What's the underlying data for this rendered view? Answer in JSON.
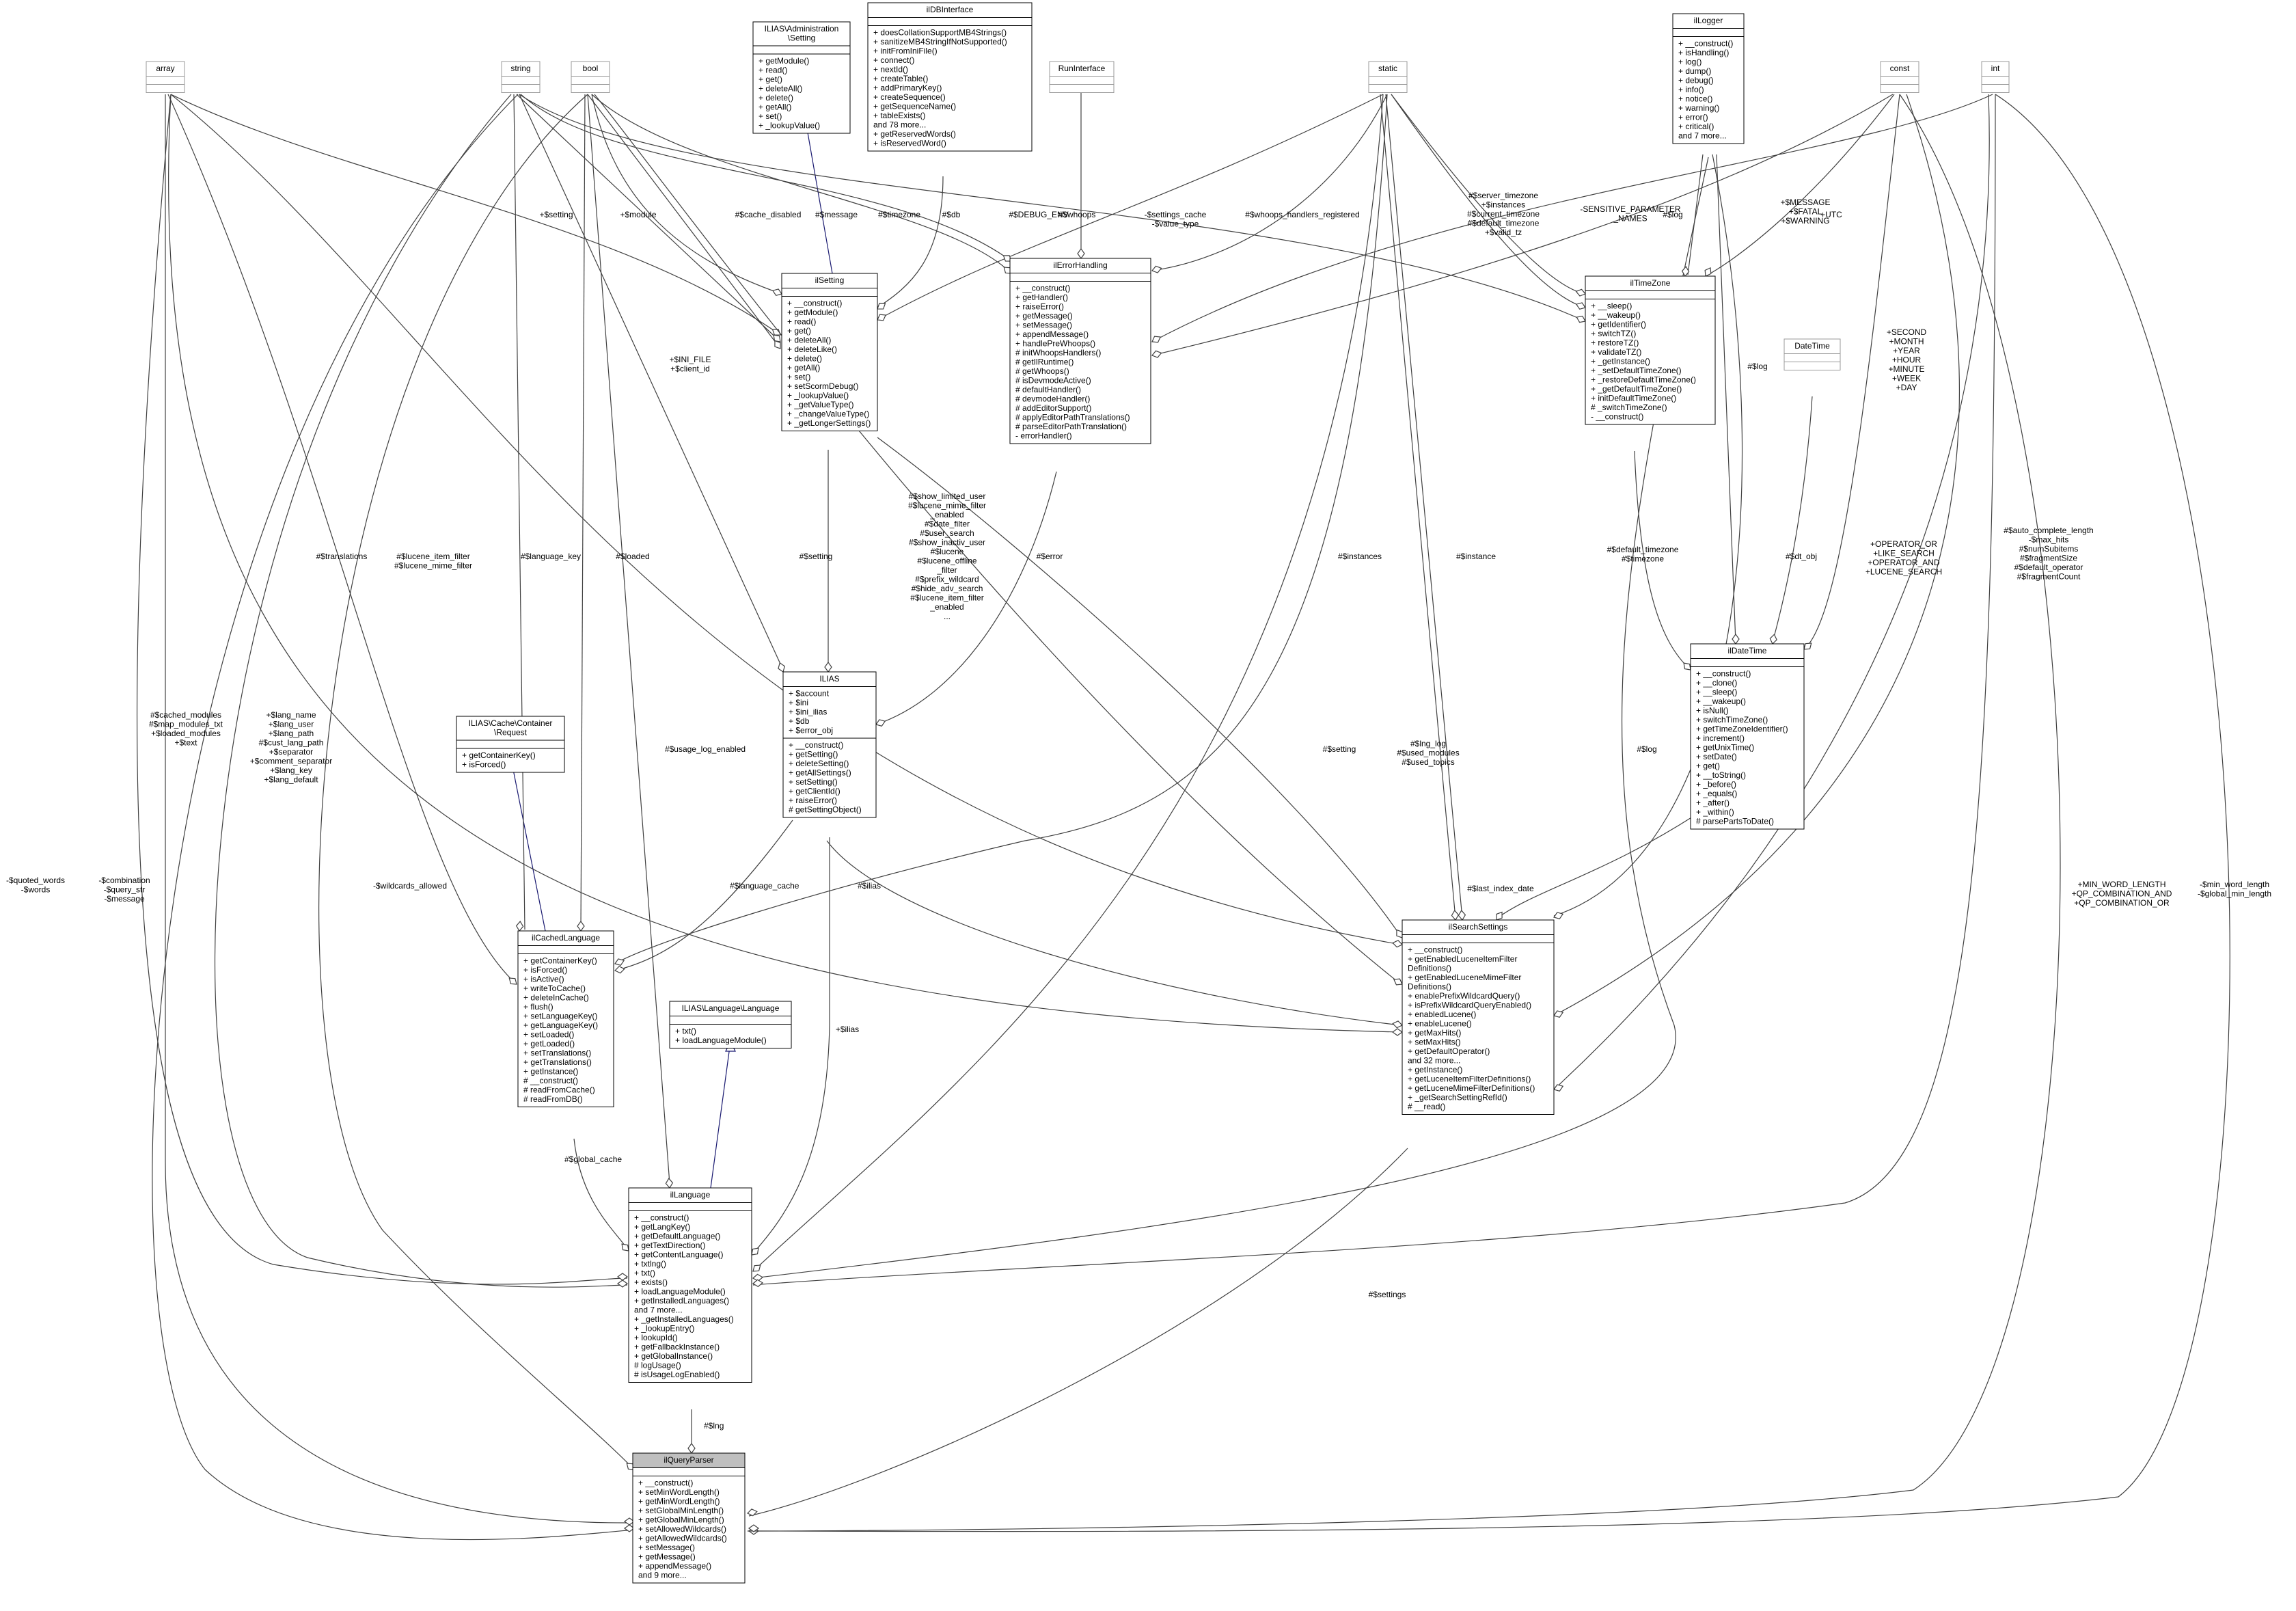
{
  "classes": {
    "ilQueryParser": {
      "title": [
        "ilQueryParser"
      ],
      "attrs": [],
      "ops": [
        "+ __construct()",
        "+ setMinWordLength()",
        "+ getMinWordLength()",
        "+ setGlobalMinLength()",
        "+ getGlobalMinLength()",
        "+ setAllowedWildcards()",
        "+ getAllowedWildcards()",
        "+ setMessage()",
        "+ getMessage()",
        "+ appendMessage()",
        "and 9 more..."
      ]
    },
    "ilLanguage": {
      "title": [
        "ilLanguage"
      ],
      "attrs": [],
      "ops": [
        "+ __construct()",
        "+ getLangKey()",
        "+ getDefaultLanguage()",
        "+ getTextDirection()",
        "+ getContentLanguage()",
        "+ txtlng()",
        "+ txt()",
        "+ exists()",
        "+ loadLanguageModule()",
        "+ getInstalledLanguages()",
        "and 7 more...",
        "+ _getInstalledLanguages()",
        "+ _lookupEntry()",
        "+ lookupId()",
        "+ getFallbackInstance()",
        "+ getGlobalInstance()",
        "# logUsage()",
        "# isUsageLogEnabled()"
      ]
    },
    "ilCachedLanguage": {
      "title": [
        "ilCachedLanguage"
      ],
      "attrs": [],
      "ops": [
        "+ getContainerKey()",
        "+ isForced()",
        "+ isActive()",
        "+ writeToCache()",
        "+ deleteInCache()",
        "+ flush()",
        "+ setLanguageKey()",
        "+ getLanguageKey()",
        "+ setLoaded()",
        "+ getLoaded()",
        "+ setTranslations()",
        "+ getTranslations()",
        "+ getInstance()",
        "# __construct()",
        "# readFromCache()",
        "# readFromDB()"
      ]
    },
    "ICacheRequest": {
      "title": [
        "ILIAS\\Cache\\Container",
        "\\Request"
      ],
      "attrs": [],
      "ops": [
        "+ getContainerKey()",
        "+ isForced()"
      ]
    },
    "LanguageIface": {
      "title": [
        "ILIAS\\Language\\Language"
      ],
      "attrs": [],
      "ops": [
        "+ txt()",
        "+ loadLanguageModule()"
      ]
    },
    "ILIAS": {
      "title": [
        "ILIAS"
      ],
      "attrs": [
        "+ $account",
        "+ $ini",
        "+ $ini_ilias",
        "+ $db",
        "+ $error_obj"
      ],
      "ops": [
        "+ __construct()",
        "+ getSetting()",
        "+ deleteSetting()",
        "+ getAllSettings()",
        "+ setSetting()",
        "+ getClientId()",
        "+ raiseError()",
        "# getSettingObject()"
      ]
    },
    "ilSetting": {
      "title": [
        "ilSetting"
      ],
      "attrs": [],
      "ops": [
        "+ __construct()",
        "+ getModule()",
        "+ read()",
        "+ get()",
        "+ deleteAll()",
        "+ deleteLike()",
        "+ delete()",
        "+ getAll()",
        "+ set()",
        "+ setScormDebug()",
        "+ _lookupValue()",
        "+ _getValueType()",
        "+ _changeValueType()",
        "+ _getLongerSettings()"
      ]
    },
    "AdminSetting": {
      "title": [
        "ILIAS\\Administration",
        "\\Setting"
      ],
      "attrs": [],
      "ops": [
        "+ getModule()",
        "+ read()",
        "+ get()",
        "+ deleteAll()",
        "+ delete()",
        "+ getAll()",
        "+ set()",
        "+ _lookupValue()"
      ]
    },
    "ilDBInterface": {
      "title": [
        "ilDBInterface"
      ],
      "attrs": [],
      "ops": [
        "+ doesCollationSupportMB4Strings()",
        "+ sanitizeMB4StringIfNotSupported()",
        "+ initFromIniFile()",
        "+ connect()",
        "+ nextId()",
        "+ createTable()",
        "+ addPrimaryKey()",
        "+ createSequence()",
        "+ getSequenceName()",
        "+ tableExists()",
        "and 78 more...",
        "+ getReservedWords()",
        "+ isReservedWord()"
      ]
    },
    "RunInterface": {
      "title": [
        "RunInterface"
      ],
      "attrs": [],
      "ops": []
    },
    "ilErrorHandling": {
      "title": [
        "ilErrorHandling"
      ],
      "attrs": [],
      "ops": [
        "+ __construct()",
        "+ getHandler()",
        "+ raiseError()",
        "+ getMessage()",
        "+ setMessage()",
        "+ appendMessage()",
        "+ handlePreWhoops()",
        "# initWhoopsHandlers()",
        "# getIlRuntime()",
        "# getWhoops()",
        "# isDevmodeActive()",
        "# defaultHandler()",
        "# devmodeHandler()",
        "# addEditorSupport()",
        "# applyEditorPathTranslations()",
        "# parseEditorPathTranslation()",
        "- errorHandler()"
      ]
    },
    "array": {
      "title": [
        "array"
      ],
      "attrs": [],
      "ops": []
    },
    "string": {
      "title": [
        "string"
      ],
      "attrs": [],
      "ops": []
    },
    "bool": {
      "title": [
        "bool"
      ],
      "attrs": [],
      "ops": []
    },
    "static": {
      "title": [
        "static"
      ],
      "attrs": [],
      "ops": []
    },
    "ilLogger": {
      "title": [
        "ilLogger"
      ],
      "attrs": [],
      "ops": [
        "+ __construct()",
        "+ isHandling()",
        "+ log()",
        "+ dump()",
        "+ debug()",
        "+ info()",
        "+ notice()",
        "+ warning()",
        "+ error()",
        "+ critical()",
        "and 7 more..."
      ]
    },
    "const": {
      "title": [
        "const"
      ],
      "attrs": [],
      "ops": []
    },
    "int": {
      "title": [
        "int"
      ],
      "attrs": [],
      "ops": []
    },
    "ilTimeZone": {
      "title": [
        "ilTimeZone"
      ],
      "attrs": [],
      "ops": [
        "+ __sleep()",
        "+ __wakeup()",
        "+ getIdentifier()",
        "+ switchTZ()",
        "+ restoreTZ()",
        "+ validateTZ()",
        "+ _getInstance()",
        "+ _setDefaultTimeZone()",
        "+ _restoreDefaultTimeZone()",
        "+ _getDefaultTimeZone()",
        "+ initDefaultTimeZone()",
        "# _switchTimeZone()",
        "- __construct()"
      ]
    },
    "DateTime": {
      "title": [
        "DateTime"
      ],
      "attrs": [],
      "ops": []
    },
    "ilDateTime": {
      "title": [
        "ilDateTime"
      ],
      "attrs": [],
      "ops": [
        "+ __construct()",
        "+ __clone()",
        "+ __sleep()",
        "+ __wakeup()",
        "+ isNull()",
        "+ switchTimeZone()",
        "+ getTimeZoneIdentifier()",
        "+ increment()",
        "+ getUnixTime()",
        "+ setDate()",
        "+ get()",
        "+ __toString()",
        "+ _before()",
        "+ _equals()",
        "+ _after()",
        "+ _within()",
        "# parsePartsToDate()"
      ]
    },
    "ilSearchSettings": {
      "title": [
        "ilSearchSettings"
      ],
      "attrs": [],
      "ops": [
        "+ __construct()",
        "+ getEnabledLuceneItemFilter",
        "Definitions()",
        "+ getEnabledLuceneMimeFilter",
        "Definitions()",
        "+ enablePrefixWildcardQuery()",
        "+ isPrefixWildcardQueryEnabled()",
        "+ enabledLucene()",
        "+ enableLucene()",
        "+ getMaxHits()",
        "+ setMaxHits()",
        "+ getDefaultOperator()",
        "and 32 more...",
        "+ getInstance()",
        "+ getLuceneItemFilterDefinitions()",
        "+ getLuceneMimeFilterDefinitions()",
        "+ _getSearchSettingRefId()",
        "# __read()"
      ]
    }
  },
  "edge_labels": {
    "lng": [
      "#$lng"
    ],
    "settings": [
      "#$settings"
    ],
    "global_cache": [
      "#$global_cache"
    ],
    "ilias": [
      "+$ilias"
    ],
    "language_cache": [
      "#$language_cache"
    ],
    "setting_ilias": [
      "#$setting"
    ],
    "error": [
      "#$error"
    ],
    "setting_search": [
      "#$setting"
    ],
    "ilias2": [
      "#$ilias"
    ],
    "translations": [
      "#$translations"
    ],
    "lucene_filter": [
      "#$lucene_item_filter",
      "#$lucene_mime_filter"
    ],
    "language_key": [
      "#$language_key"
    ],
    "loaded": [
      "#$loaded"
    ],
    "ini_file": [
      "+$INI_FILE",
      "+$client_id"
    ],
    "setting_plus": [
      "+$setting"
    ],
    "module": [
      "+$module"
    ],
    "cache_disabled": [
      "#$cache_disabled"
    ],
    "message": [
      "#$message"
    ],
    "timezone_str": [
      "#$timezone"
    ],
    "db": [
      "#$db"
    ],
    "debug_env": [
      "#$DEBUG_ENV"
    ],
    "whoops": [
      "#$whoops"
    ],
    "settings_cache": [
      "-$settings_cache",
      "-$value_type"
    ],
    "whoops_handlers": [
      "#$whoops_handlers_registered"
    ],
    "server_tz": [
      "#$server_timezone",
      "+$instances",
      "#$current_timezone",
      "#$default_timezone",
      "+$valid_tz"
    ],
    "sens_param": [
      "-SENSITIVE_PARAMETER",
      "_NAMES"
    ],
    "log_tz": [
      "#$log"
    ],
    "message_fatal": [
      "+$MESSAGE",
      "+$FATAL",
      "+$WARNING"
    ],
    "utc": [
      "+UTC"
    ],
    "log_dt": [
      "#$log"
    ],
    "second": [
      "+SECOND",
      "+MONTH",
      "+YEAR",
      "+HOUR",
      "+MINUTE",
      "+WEEK",
      "+DAY"
    ],
    "show_limited": [
      "#$show_limited_user",
      "#$lucene_mime_filter",
      "_enabled",
      "#$date_filter",
      "#$user_search",
      "#$show_inactiv_user",
      "#$lucene",
      "#$lucene_offline",
      "_filter",
      "#$prefix_wildcard",
      "#$hide_adv_search",
      "#$lucene_item_filter",
      "_enabled",
      "..."
    ],
    "instances": [
      "#$instances"
    ],
    "instance": [
      "#$instance"
    ],
    "default_tz": [
      "#$default_timezone",
      "#$timezone"
    ],
    "dt_obj": [
      "#$dt_obj"
    ],
    "operator_or": [
      "+OPERATOR_OR",
      "+LIKE_SEARCH",
      "+OPERATOR_AND",
      "+LUCENE_SEARCH"
    ],
    "auto_complete": [
      "#$auto_complete_length",
      "-$max_hits",
      "#$numSubitems",
      "#$fragmentSize",
      "#$default_operator",
      "#$fragmentCount"
    ],
    "lng_log": [
      "#$lng_log",
      "#$used_modules",
      "#$used_topics"
    ],
    "log_ss": [
      "#$log"
    ],
    "last_index": [
      "#$last_index_date"
    ],
    "usage_log": [
      "#$usage_log_enabled"
    ],
    "cached_modules": [
      "#$cached_modules",
      "#$map_modules_txt",
      "+$loaded_modules",
      "+$text"
    ],
    "lang_name": [
      "+$lang_name",
      "+$lang_user",
      "+$lang_path",
      "#$cust_lang_path",
      "+$separator",
      "+$comment_separator",
      "+$lang_key",
      "+$lang_default"
    ],
    "quoted_words": [
      "-$quoted_words",
      "-$words"
    ],
    "combination": [
      "-$combination",
      "-$query_str",
      "-$message"
    ],
    "wildcards": [
      "-$wildcards_allowed"
    ],
    "min_word": [
      "+MIN_WORD_LENGTH",
      "+QP_COMBINATION_AND",
      "+QP_COMBINATION_OR"
    ],
    "min_word_len": [
      "-$min_word_length",
      "-$global_min_length"
    ]
  }
}
